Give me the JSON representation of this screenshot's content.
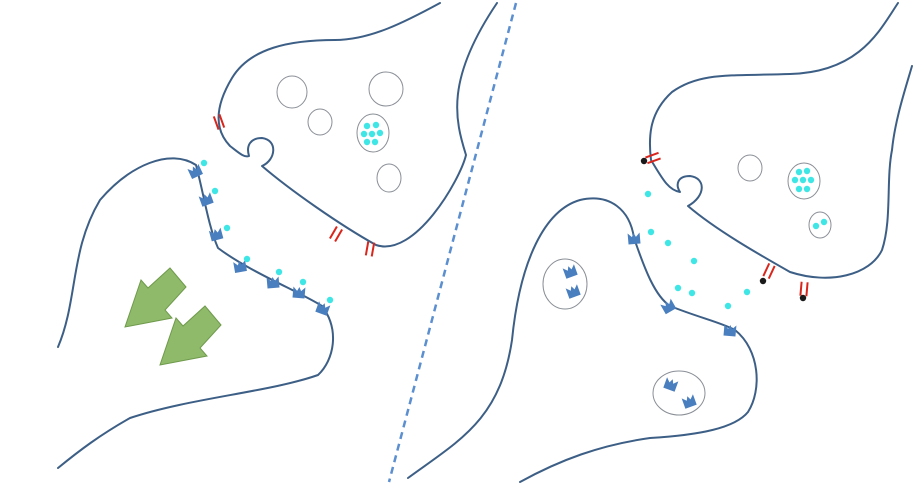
{
  "colors": {
    "membrane": "#3d5f86",
    "vesicle_outline": "#8a8f96",
    "neurotransmitter": "#3fe6e6",
    "receptor": "#4a7fbf",
    "channel": "#d9261c",
    "channel_blocked_tip": "#1a1a1a",
    "divider": "#5b8fd0",
    "arrow_fill": "#8fba6a",
    "arrow_stroke": "#6f9a4c",
    "background": "#ffffff"
  },
  "icons": {
    "arrow": "endocytosis-arrow-icon",
    "receptor": "receptor-icon",
    "channel": "reuptake-channel-icon",
    "neurotransmitter": "neurotransmitter-dot-icon"
  },
  "panels": [
    {
      "name": "left-synapse",
      "presynaptic_empty_vesicles": 4,
      "presynaptic_filled_vesicles": 1,
      "channels": 3,
      "membrane_receptors": 7,
      "internalized_receptor_vesicles": 0,
      "direction_arrows": 2
    },
    {
      "name": "right-synapse",
      "presynaptic_empty_vesicles": 1,
      "presynaptic_filled_vesicles": 2,
      "channels": 3,
      "membrane_receptors": 3,
      "internalized_receptor_vesicles": 2,
      "direction_arrows": 0
    }
  ]
}
